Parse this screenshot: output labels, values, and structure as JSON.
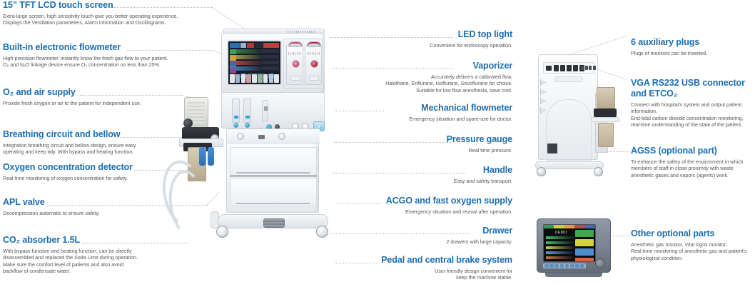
{
  "theme": {
    "heading_color": "#1b6fb3",
    "body_color": "#58595b",
    "leader_color": "#b9bcbe",
    "background": "#ffffff"
  },
  "callouts": {
    "left": [
      {
        "id": "tft-lcd-touch-screen",
        "title": "15” TFT LCD touch screen",
        "desc": "Extra-large screen, high sensitivity touch give you better operating experience.\nDisplays the Ventilation parameters, Alarm information and Oscillograms."
      },
      {
        "id": "built-in-electronic-flowmeter",
        "title": "Built-in electronic flowmeter",
        "desc": "High precision flowmeter, instantly know the fresh gas flow to your patient.\nO₂ and N₂O linkage device ensure O₂ concentration no less than 25%."
      },
      {
        "id": "o2-and-air-supply",
        "title": "O₂ and air supply",
        "desc": "Provide fresh oxygen or air to the patient for independent use."
      },
      {
        "id": "breathing-circuit-and-bellow",
        "title": "Breathing circuit and bellow",
        "desc": "Integration breathing circuit and bellow design, ensure easy\noperating and keep tidy. With bypass and heating function."
      },
      {
        "id": "oxygen-concentration-detector",
        "title": "Oxygen concentration detector",
        "desc": "Real-time monitoring of oxygen concentration for safety."
      },
      {
        "id": "apl-valve",
        "title": "APL valve",
        "desc": "Decompression automatic to ensure safety."
      },
      {
        "id": "co2-absorber",
        "title": "CO₂ absorber 1.5L",
        "desc": "With bypass function and heating function, can be directly\ndisassembled and replaced the Soda Lime during operation.\nMake sure the comfort level of patients and also avoid\nbackflow of condensate water."
      }
    ],
    "middle": [
      {
        "id": "led-top-light",
        "title": "LED top light",
        "desc": "Convenient for endoscopy operation."
      },
      {
        "id": "vaporizer",
        "title": "Vaporizer",
        "desc": "Accurately delivers a calibrated flow,\nHalothane, Enflurane, Isoflurane, Sevoflurane for choice.\nSuitable for low flow anesthesia, save cost."
      },
      {
        "id": "mechanical-flowmeter",
        "title": "Mechanical flowmeter",
        "desc": "Emergency situation and spare-use for doctor."
      },
      {
        "id": "pressure-gauge",
        "title": "Pressure gauge",
        "desc": "Real time pressure."
      },
      {
        "id": "handle",
        "title": "Handle",
        "desc": "Easy and safety transport."
      },
      {
        "id": "acgo-and-fast-oxygen-supply",
        "title": "ACGO and fast oxygen supply",
        "desc": "Emergency situation and revival after operation."
      },
      {
        "id": "drawer",
        "title": "Drawer",
        "desc": "2 drawers with large capacity."
      },
      {
        "id": "pedal-and-central-brake-system",
        "title": "Pedal and central brake system",
        "desc": "User friendly design convenient for\nkeep the machine stable."
      }
    ],
    "right": [
      {
        "id": "auxiliary-plugs",
        "title": "6 auxiliary plugs",
        "desc": "Plugs of monitors can be inserted."
      },
      {
        "id": "vga-rs232-usb-connector-etco2",
        "title": "VGA RS232 USB connector and ETCO₂",
        "desc": "Connect with hospital’s system and output patient\ninformation.\nEnd-tidal carbon dioxide concentration monitoring,\nreal-time understanding of the state of the patient."
      },
      {
        "id": "agss-optional-part",
        "title": "AGSS (optional part)",
        "desc": "To enhance the safety of the environment in which\nmembers of staff in close proximity with waste\nanesthetic gases and vapors (agents) work."
      },
      {
        "id": "other-optional-parts",
        "title": "Other optional parts",
        "desc": "Anesthetic gas monitor, Vital signs monitor;\nReal-time monitoring of anesthetic gas and patient’s\nphysiological condition."
      }
    ]
  },
  "product_image": {
    "main_machine": "anesthesia-machine-front-view",
    "back_machine": "anesthesia-machine-rear-panel-view",
    "monitor": "patient-vital-signs-monitor",
    "monitor_screen_label": "DEMO"
  }
}
